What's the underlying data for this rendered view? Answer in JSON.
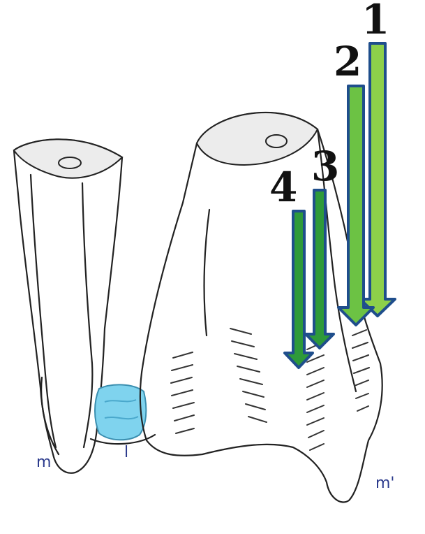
{
  "labels": {
    "arrow_1": "1",
    "arrow_2": "2",
    "arrow_3": "3",
    "arrow_4": "4",
    "left_root": "m",
    "ligament": "l",
    "right_root": "m'"
  },
  "colors": {
    "background": "#ffffff",
    "outline": "#222222",
    "arrow_fill": "#8dd04a",
    "arrow_fill_dark": "#2e9a3a",
    "arrow_stroke": "#1f4e8c",
    "ligament": "#7fd3ee",
    "root_fill": "#ffffff",
    "cut_face": "#ececec",
    "letter_color": "#2b3a8c"
  }
}
